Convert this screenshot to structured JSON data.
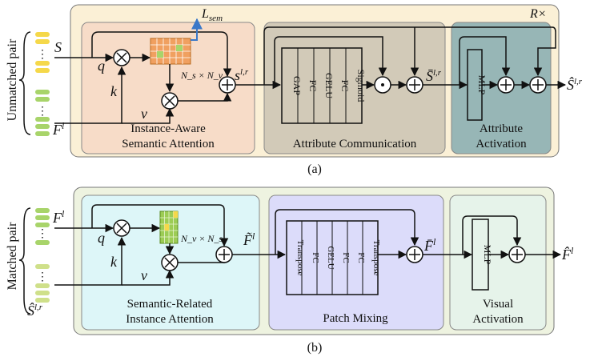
{
  "panel_a": {
    "side_label": "Unmatched pair",
    "repeat_label": "R×",
    "caption": "(a)",
    "input_s": "S",
    "input_f": "F",
    "input_f_sup": "l",
    "q": "q",
    "k": "k",
    "v": "v",
    "loss_main": "L",
    "loss_sub": "sem",
    "attn_dims": "N_s × N_v",
    "s_lr": "s",
    "s_lr_sup": "l,r",
    "s_bar": "S̄",
    "s_bar_sup": "l,r",
    "s_hat": "Ŝ",
    "s_hat_sup": "l,r",
    "comm_layers": [
      "GAP",
      "FC",
      "GELU",
      "FC",
      "Sigmoid"
    ],
    "act_layer": "MLP",
    "module1_line1": "Instance-Aware",
    "module1_line2": "Semantic Attention",
    "module2": "Attribute Communication",
    "module3_line1": "Attribute",
    "module3_line2": "Activation"
  },
  "panel_b": {
    "side_label": "Matched pair",
    "caption": "(b)",
    "input_f": "F",
    "input_f_sup": "l",
    "input_s": "Ŝ",
    "input_s_sup": "l,r",
    "q": "q",
    "k": "k",
    "v": "v",
    "attn_dims": "N_v × N_s",
    "f_tilde": "F̃",
    "f_tilde_sup": "l",
    "f_bar": "F̄",
    "f_bar_sup": "l",
    "f_hat": "F̂",
    "f_hat_sup": "l",
    "mix_layers": [
      "Transpose",
      "FC",
      "GELU",
      "FC",
      "FC",
      "Transpose"
    ],
    "act_layer": "MLP",
    "module1_line1": "Semantic-Related",
    "module1_line2": "Instance Attention",
    "module2": "Patch Mixing",
    "module3_line1": "Visual",
    "module3_line2": "Activation"
  },
  "colors": {
    "outer_a": "#fbf0d6",
    "outer_b": "#eef3e0",
    "attn_a": "#f7dcc8",
    "comm_a": "#d2cab8",
    "act_a": "#97b6b6",
    "attn_b": "#ddf6f8",
    "mix_b": "#dcdcfa",
    "act_b": "#e6f3ea",
    "token_yellow": "#f5d84a",
    "token_green": "#a8d46a",
    "grid_orange": "#f0a060",
    "grid_green": "#9ccc55",
    "loss_arrow": "#3a78c8"
  }
}
